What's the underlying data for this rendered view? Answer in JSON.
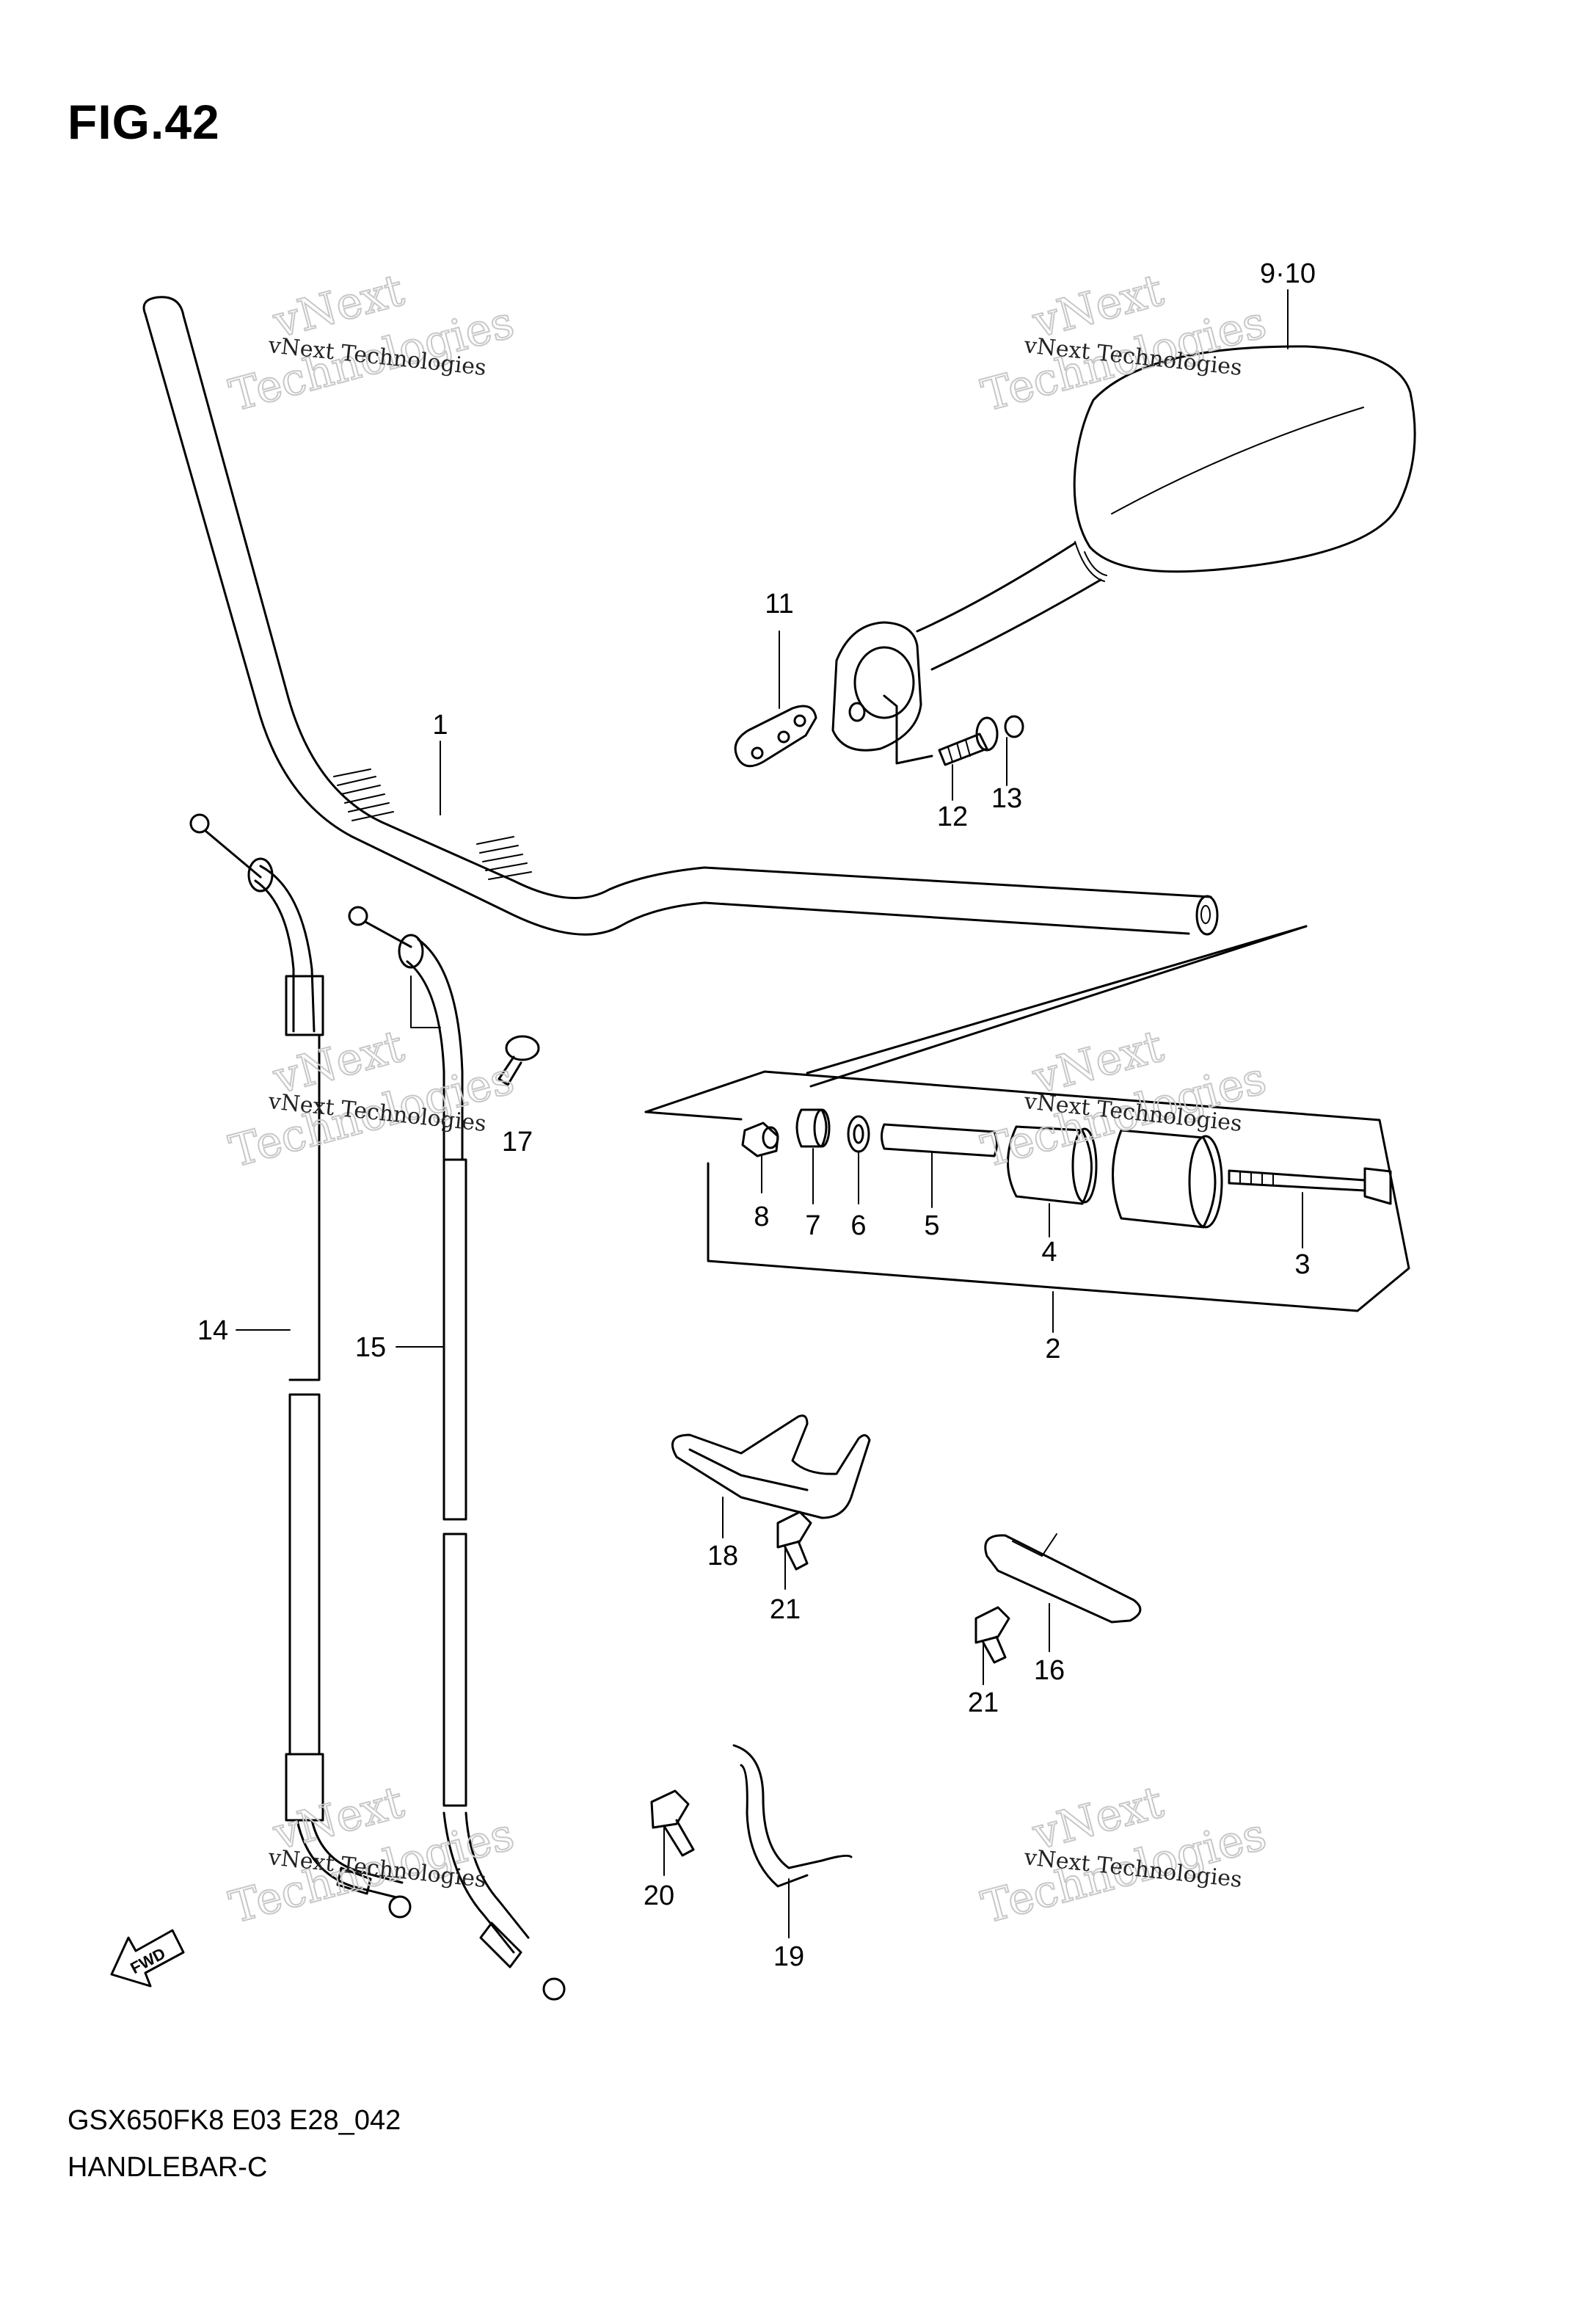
{
  "figure": {
    "title": "FIG.42",
    "model_code": "GSX650FK8 E03 E28_042",
    "section_name": "HANDLEBAR-C"
  },
  "watermark": {
    "line1": "vNext Technologies",
    "line2": "Technologies",
    "line3": "vNext"
  },
  "fwd_label": "FWD",
  "callouts": [
    "9·10",
    "11",
    "12",
    "13",
    "1",
    "17",
    "8",
    "7",
    "6",
    "5",
    "4",
    "3",
    "2",
    "14",
    "15",
    "18",
    "21",
    "16",
    "21",
    "20",
    "19"
  ],
  "colors": {
    "line": "#000000",
    "watermark": "#c8c8c8"
  }
}
